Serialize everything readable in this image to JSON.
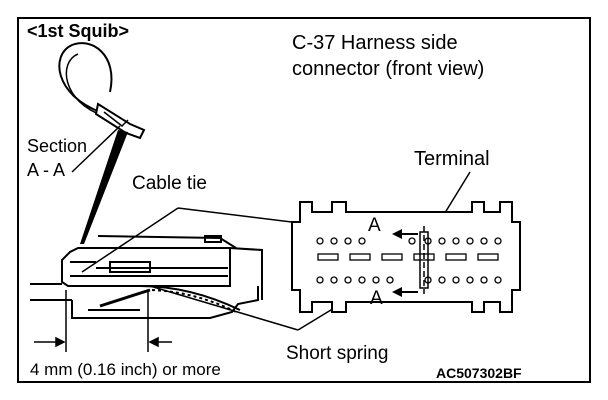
{
  "diagram": {
    "title": "<1st Squib>",
    "connector_caption_line1": "C-37 Harness side",
    "connector_caption_line2": "connector (front view)",
    "section_label_line1": "Section",
    "section_label_line2": "A - A",
    "terminal_label": "Terminal",
    "cable_tie_label": "Cable tie",
    "section_marker_top": "A",
    "section_marker_bottom": "A",
    "short_spring_label": "Short spring",
    "dimension_label": "4 mm (0.16 inch) or more",
    "figure_code": "AC507302BF"
  }
}
